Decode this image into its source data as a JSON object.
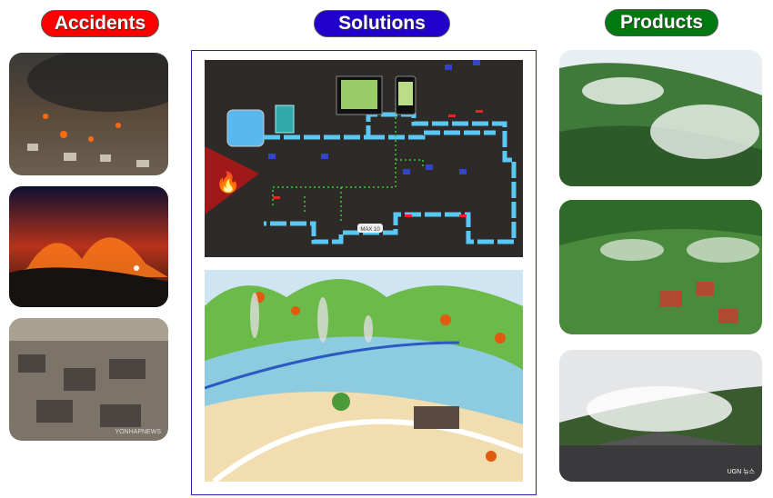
{
  "headers": {
    "accidents": "Accidents",
    "solutions": "Solutions",
    "products": "Products"
  },
  "colors": {
    "accidents": "#ff0000",
    "solutions": "#2200cc",
    "products": "#007a10",
    "frame": "#2a1fb0"
  },
  "diagram": {
    "valve_label": "MAX 10"
  },
  "watermarks": {
    "accident_photo_3": "YONHAPNEWS",
    "product_photo_3": "UGN 뉴스"
  }
}
